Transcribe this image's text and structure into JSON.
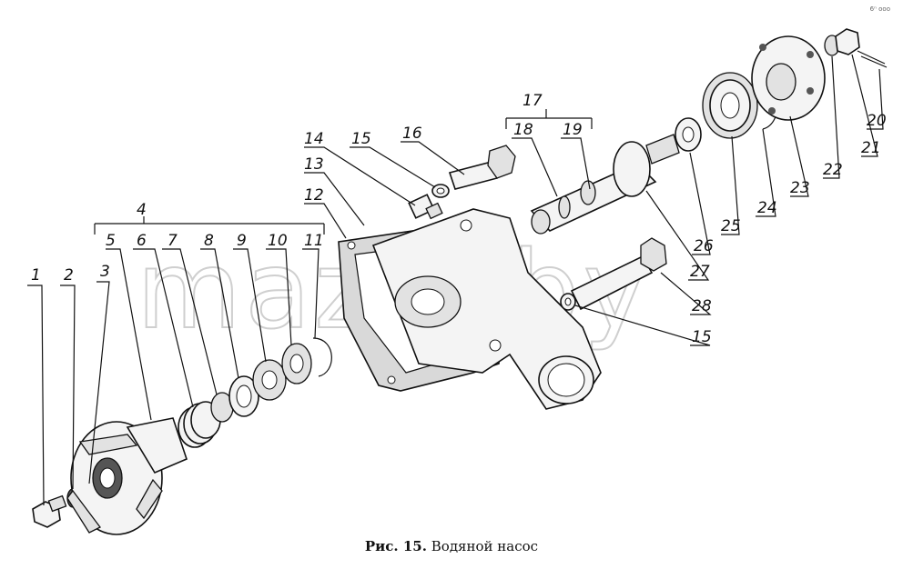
{
  "figure": {
    "caption_prefix": "Рис. 15.",
    "caption_title": "Водяной насос",
    "corner_mark": "6ⁿ ooo",
    "watermark": "mazik.by"
  },
  "labels": {
    "l1": "1",
    "l2": "2",
    "l3": "3",
    "l4": "4",
    "l5": "5",
    "l6": "6",
    "l7": "7",
    "l8": "8",
    "l9": "9",
    "l10": "10",
    "l11": "11",
    "l12": "12",
    "l13": "13",
    "l14": "14",
    "l15a": "15",
    "l15b": "15",
    "l16": "16",
    "l17": "17",
    "l18": "18",
    "l19": "19",
    "l20": "20",
    "l21": "21",
    "l22": "22",
    "l23": "23",
    "l24": "24",
    "l25": "25",
    "l26": "26",
    "l27": "27",
    "l28": "28"
  }
}
